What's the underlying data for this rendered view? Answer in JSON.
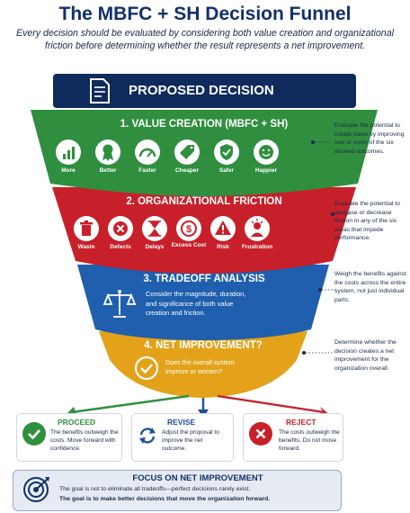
{
  "title": "The MBFC + SH Decision Funnel",
  "subtitle": "Every decision should be evaluated by considering both value creation and organizational friction before determining whether the result represents a net improvement.",
  "proposed": {
    "label": "PROPOSED DECISION",
    "icon": "document-icon"
  },
  "stages": {
    "value": {
      "title": "1. VALUE CREATION (MBFC + SH)",
      "color": "#2f8f3f",
      "items": [
        {
          "label": "More",
          "icon": "bar-chart-icon"
        },
        {
          "label": "Better",
          "icon": "award-ribbon-icon"
        },
        {
          "label": "Faster",
          "icon": "speedometer-icon"
        },
        {
          "label": "Cheaper",
          "icon": "price-tag-icon"
        },
        {
          "label": "Safer",
          "icon": "shield-check-icon"
        },
        {
          "label": "Happier",
          "icon": "smiley-face-icon"
        }
      ],
      "note": "Evaluate the potential to create value by improving one or more of the six desired outcomes."
    },
    "friction": {
      "title": "2. ORGANIZATIONAL FRICTION",
      "color": "#c8202a",
      "items": [
        {
          "label": "Waste",
          "icon": "trash-can-icon"
        },
        {
          "label": "Defects",
          "icon": "x-circle-icon"
        },
        {
          "label": "Delays",
          "icon": "hourglass-icon"
        },
        {
          "label": "Excess Cost",
          "icon": "dollar-coin-icon"
        },
        {
          "label": "Risk",
          "icon": "warning-triangle-icon"
        },
        {
          "label": "Frustration",
          "icon": "frustrated-person-icon"
        }
      ],
      "note": "Evaluate the potential to increase or decrease friction in any of the six areas that impede performance."
    },
    "tradeoff": {
      "title": "3. TRADEOFF ANALYSIS",
      "color": "#1f5fae",
      "icon": "balance-scale-icon",
      "text": "Consider the magnitude, duration, and significance of both value creation and friction.",
      "note": "Weigh the benefits against the costs across the entire system, not just individual parts."
    },
    "net": {
      "title": "4. NET IMPROVEMENT?",
      "color": "#e3a21a",
      "icon": "check-circle-icon",
      "text": "Does the overall system improve or worsen?",
      "note": "Determine whether the decision creates a net improvement for the organization overall."
    }
  },
  "outcomes": [
    {
      "title": "PROCEED",
      "text": "The benefits outweigh the costs. Move forward with confidence.",
      "color": "#2f8f3f",
      "icon": "checkmark-icon"
    },
    {
      "title": "REVISE",
      "text": "Adjust the proposal to improve the net outcome.",
      "color": "#1f4f99",
      "icon": "refresh-arrows-icon"
    },
    {
      "title": "REJECT",
      "text": "The costs outweigh the benefits. Do not move forward.",
      "color": "#c8202a",
      "icon": "x-mark-icon"
    }
  ],
  "focus": {
    "title": "FOCUS ON NET IMPROVEMENT",
    "line1": "The goal is not to eliminate all tradeoffs—perfect decisions rarely exist.",
    "line2": "The goal is to make better decisions that move the organization forward.",
    "icon": "target-icon"
  }
}
